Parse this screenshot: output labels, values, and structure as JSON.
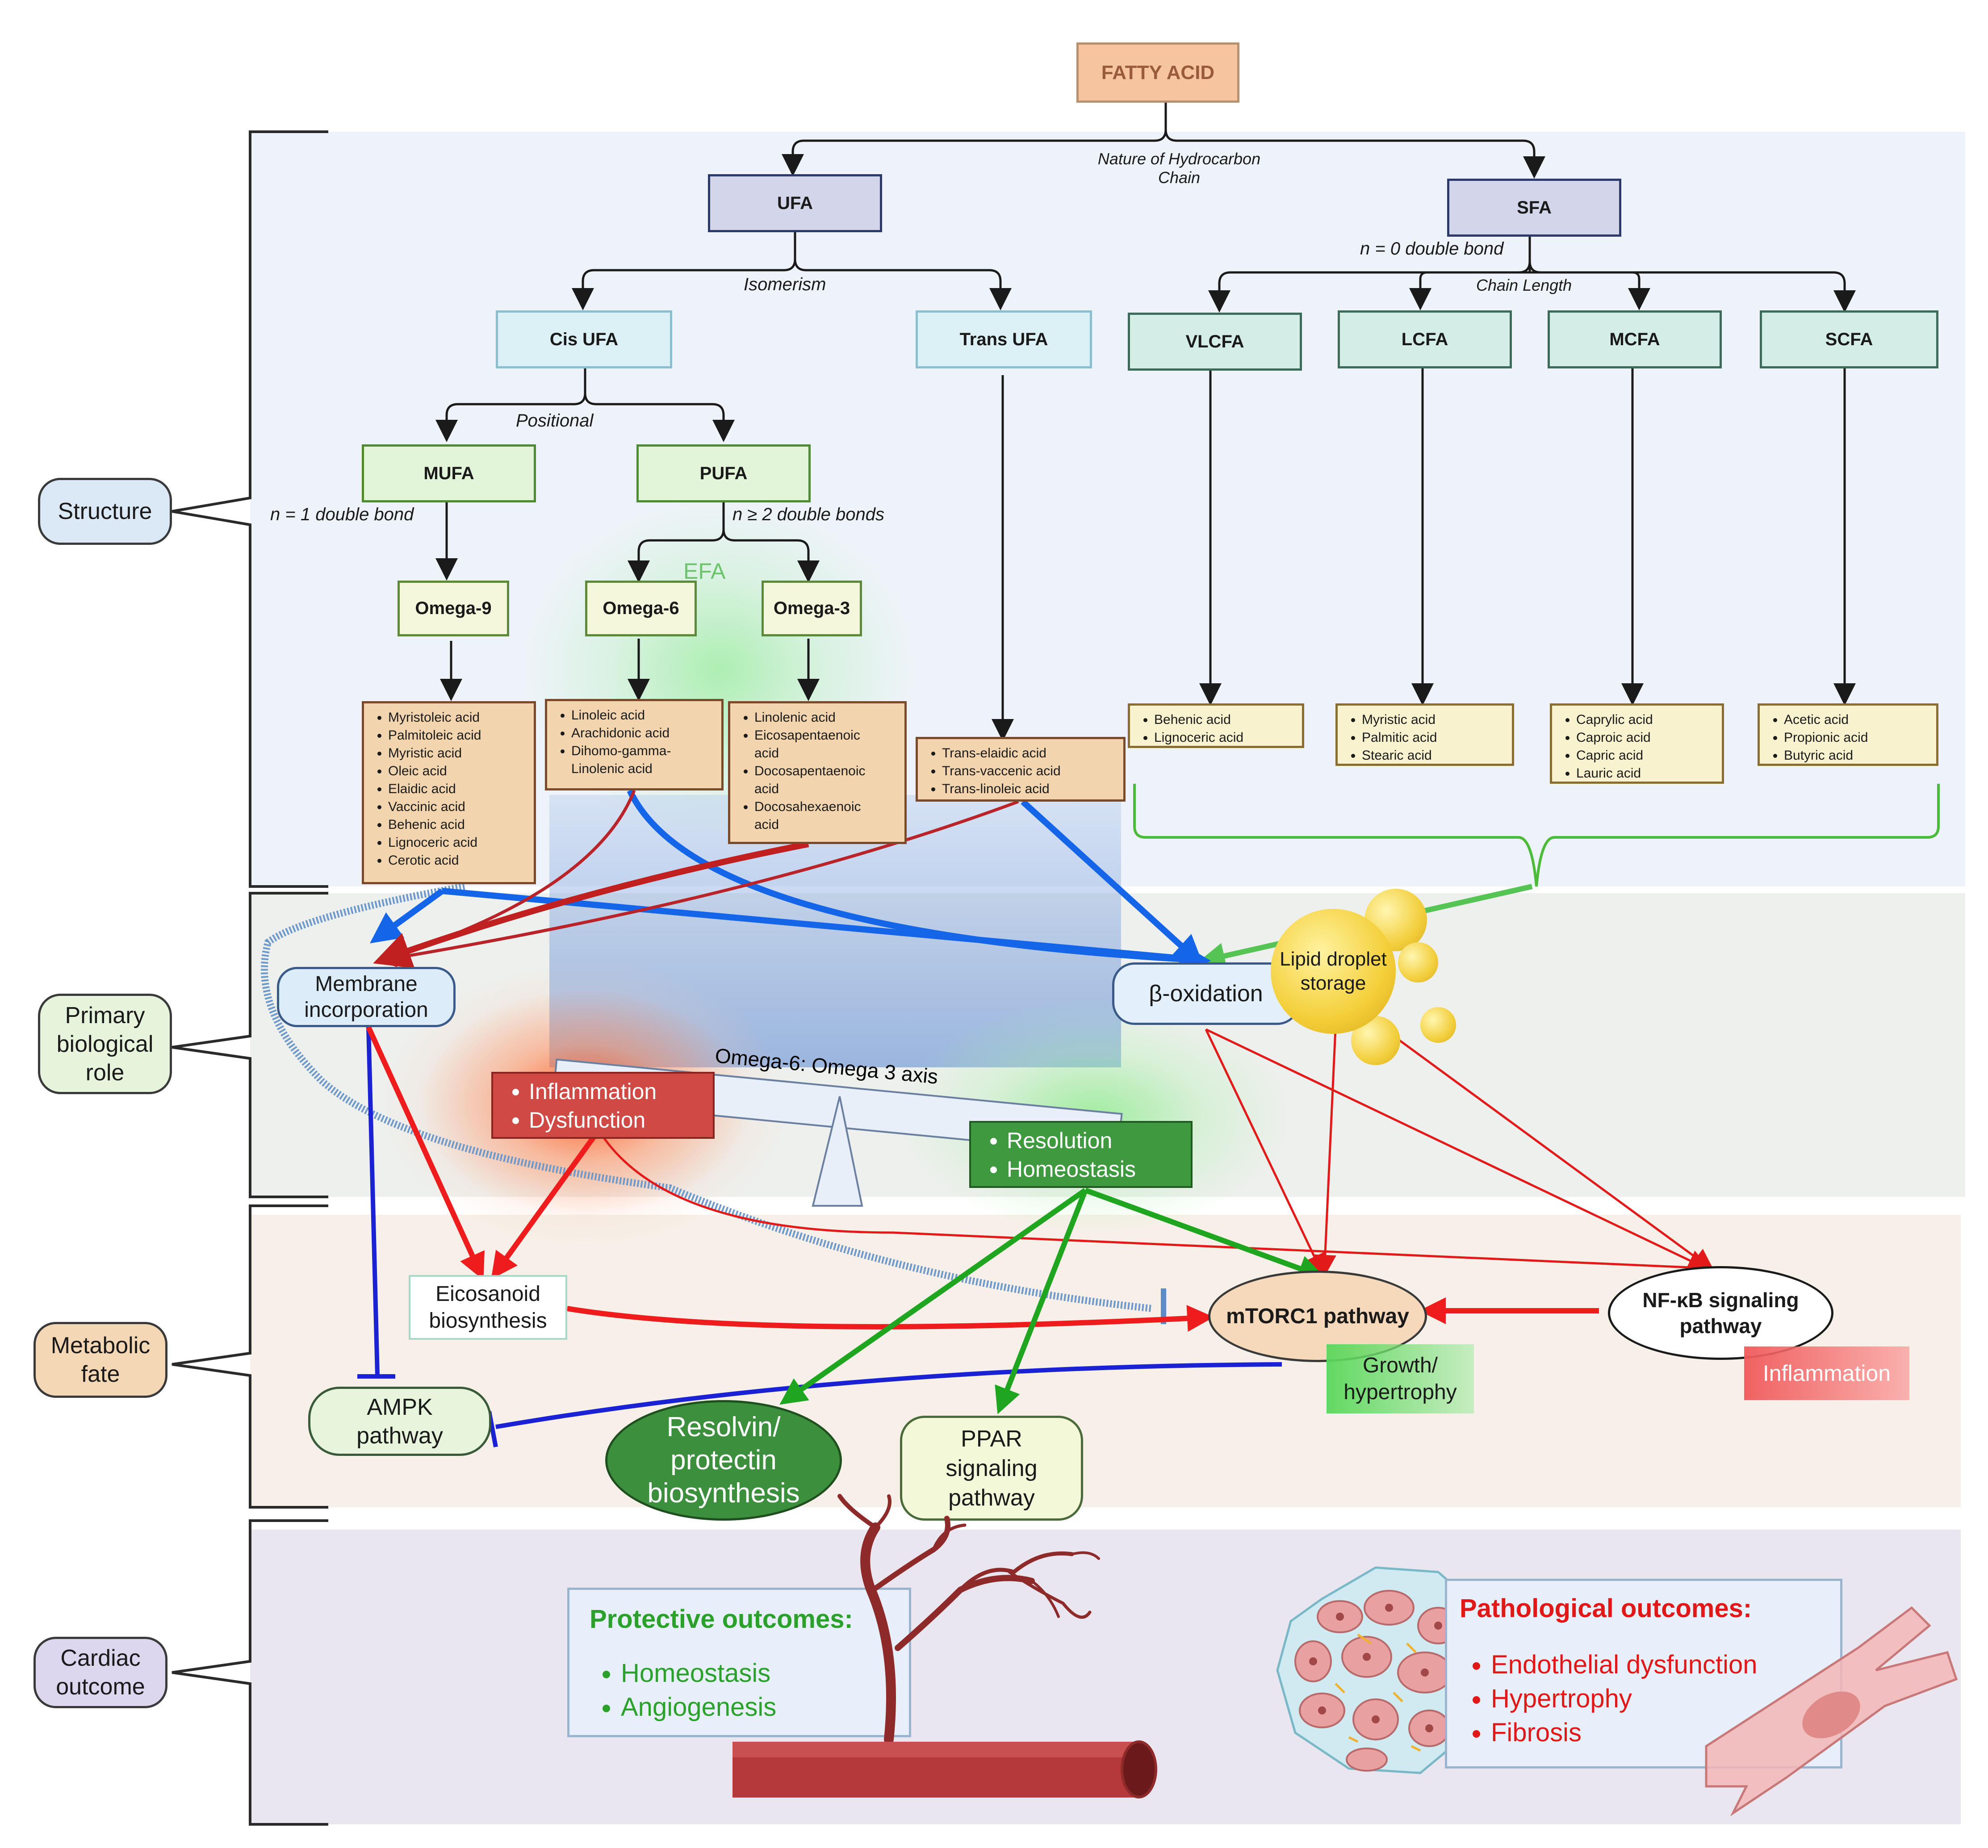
{
  "colors": {
    "structure_bg": "#eef3f9",
    "role_bg": "#eef0ed",
    "fate_bg": "#f6f0e8",
    "outcome_bg": "#e9e6f0",
    "red_arrow": "#ee1c1c",
    "blue_arrow": "#1565e8",
    "green_arrow": "#1fa51f",
    "inhibit_blue": "#1a22d4",
    "dark_red_curve": "#b22222"
  },
  "root": {
    "label": "FATTY ACID"
  },
  "edge_labels": {
    "nature": "Nature of Hydrocarbon\nChain",
    "isomerism": "Isomerism",
    "n0": "n = 0 double bond",
    "chain_length": "Chain Length",
    "positional": "Positional",
    "n1": "n = 1 double bond",
    "n2": "n ≥ 2 double bonds",
    "efa": "EFA"
  },
  "level1": {
    "ufa": "UFA",
    "sfa": "SFA"
  },
  "level2": {
    "cis": "Cis UFA",
    "trans": "Trans UFA",
    "vlcfa": "VLCFA",
    "lcfa": "LCFA",
    "mcfa": "MCFA",
    "scfa": "SCFA"
  },
  "level3": {
    "mufa": "MUFA",
    "pufa": "PUFA"
  },
  "level4": {
    "omega9": "Omega-9",
    "omega6": "Omega-6",
    "omega3": "Omega-3"
  },
  "lists": {
    "omega9": [
      "Myristoleic acid",
      "Palmitoleic acid",
      "Myristic acid",
      "Oleic acid",
      "Elaidic acid",
      "Vaccinic acid",
      "Behenic acid",
      "Lignoceric acid",
      "Cerotic acid"
    ],
    "omega6": [
      "Linoleic acid",
      "Arachidonic acid",
      "Dihomo-gamma-\nLinolenic acid"
    ],
    "omega3": [
      "Linolenic acid",
      "Eicosapentaenoic\nacid",
      "Docosapentaenoic\nacid",
      "Docosahexaenoic\nacid"
    ],
    "trans": [
      "Trans-elaidic acid",
      "Trans-vaccenic acid",
      "Trans-linoleic acid"
    ],
    "vlcfa": [
      "Behenic acid",
      "Lignoceric acid"
    ],
    "lcfa": [
      "Myristic acid",
      "Palmitic acid",
      "Stearic acid"
    ],
    "mcfa": [
      "Caprylic acid",
      "Caproic acid",
      "Capric acid",
      "Lauric acid"
    ],
    "scfa": [
      "Acetic acid",
      "Propionic acid",
      "Butyric acid"
    ]
  },
  "sections": {
    "structure": "Structure",
    "role": "Primary\nbiological\nrole",
    "fate": "Metabolic\nfate",
    "outcome": "Cardiac\noutcome"
  },
  "roles": {
    "membrane": "Membrane\nincorporation",
    "beta": "β-oxidation",
    "lipid": "Lipid droplet\nstorage",
    "axis": "Omega-6: Omega 3 axis",
    "inflammation_items": [
      "Inflammation",
      "Dysfunction"
    ],
    "resolution_items": [
      "Resolution",
      "Homeostasis"
    ]
  },
  "fate": {
    "eicosanoid": "Eicosanoid\nbiosynthesis",
    "mtorc1": "mTORC1  pathway",
    "nfkb": "NF-κB signaling\npathway",
    "ampk": "AMPK\npathway",
    "resolvin": "Resolvin/\nprotectin\nbiosynthesis",
    "ppar": "PPAR\nsignaling\npathway",
    "growth": "Growth/\nhypertrophy",
    "inflammation_tag": "Inflammation"
  },
  "outcomes": {
    "protective_title": "Protective outcomes:",
    "protective_items": [
      "Homeostasis",
      "Angiogenesis"
    ],
    "pathological_title": "Pathological outcomes:",
    "pathological_items": [
      "Endothelial dysfunction",
      "Hypertrophy",
      "Fibrosis"
    ]
  }
}
